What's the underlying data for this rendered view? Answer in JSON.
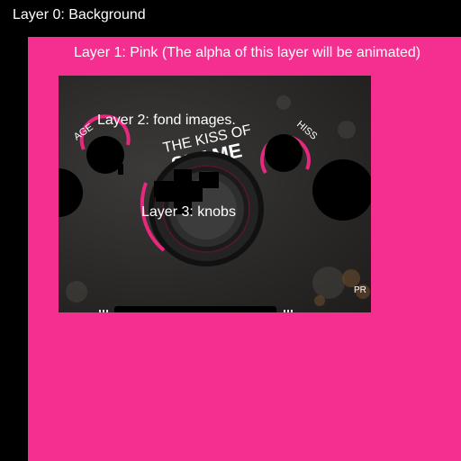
{
  "layers": {
    "background": {
      "label": "Layer 0: Background",
      "color": "#000000"
    },
    "pink": {
      "label": "Layer 1: Pink (The alpha of this layer will be animated)",
      "color": "#f52f8f"
    },
    "fond": {
      "label": "Layer 2: fond images."
    },
    "knobs": {
      "label": "Layer 3: knobs"
    }
  },
  "plugin": {
    "title_line1": "THE KISS OF",
    "title_line2": "SHAME",
    "left_knob_label": "AGE",
    "right_knob_label": "HISS",
    "side_label": "PR",
    "accent": "#e8287e"
  }
}
